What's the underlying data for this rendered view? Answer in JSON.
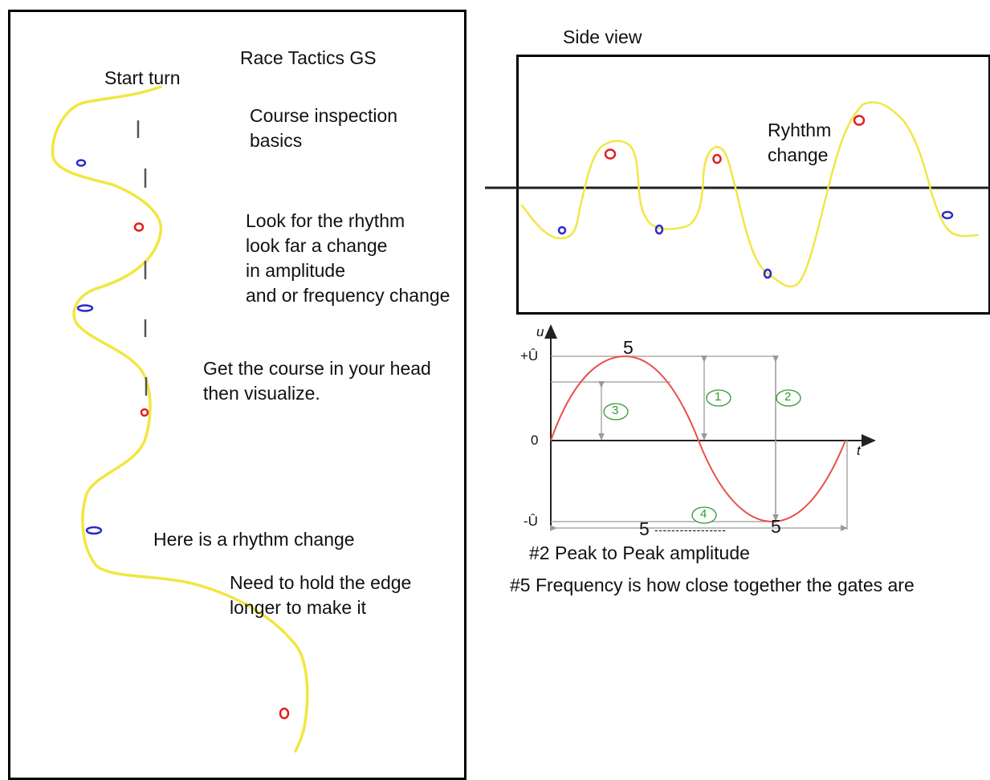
{
  "colors": {
    "course_line": "#f2e640",
    "red_gate": "#e02020",
    "blue_gate": "#2a2ad0",
    "sine": "#e8504a",
    "ref_line": "#9a9a9a",
    "circle_marker": "#2e9a2e"
  },
  "left_panel": {
    "title": "Race Tactics GS",
    "start_label": "Start turn",
    "inspection": "Course inspection\nbasics",
    "rhythm_tip": "Look for the rhythm\nlook far a change\nin amplitude\nand or frequency change",
    "visualize_tip": "Get the course in your head\nthen visualize.",
    "rhythm_change_note": "Here is a rhythm change",
    "hold_edge_note": "Need to hold the edge\nlonger to make it"
  },
  "side_view": {
    "title": "Side view",
    "annotation": "Ryhthm\nchange"
  },
  "sine_diagram": {
    "axis_y": "u",
    "axis_x": "t",
    "tick_pos": "+Û",
    "tick_zero": "0",
    "tick_neg": "-Û",
    "markers": [
      "1",
      "2",
      "3",
      "4"
    ],
    "peak_mark": "5",
    "span_start": "5",
    "span_dashes": "-----------------",
    "span_end": "5",
    "caption_amplitude": "#2 Peak to Peak amplitude",
    "caption_frequency": "#5 Frequency is how close together the gates are"
  }
}
